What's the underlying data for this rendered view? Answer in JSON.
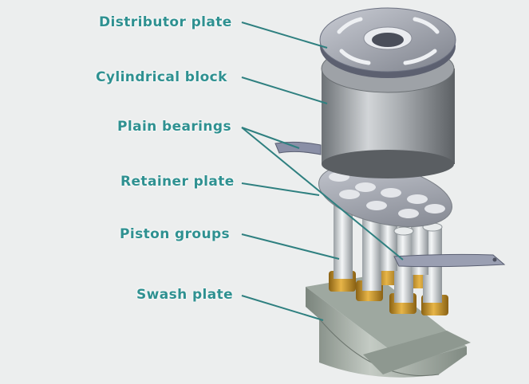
{
  "labels": [
    "Distributor plate",
    "Cylindrical block",
    "Plain bearings",
    "Retainer plate",
    "Piston groups",
    "Swash plate"
  ],
  "colors": {
    "background": "#eceeee",
    "label_text": "#2f9191",
    "leader_line": "#2f8080",
    "metal": "#b9bcbf",
    "metal_dark": "#6f7478",
    "bearing_gold": "#c9962a",
    "swash_green": "#a9b3aa"
  }
}
